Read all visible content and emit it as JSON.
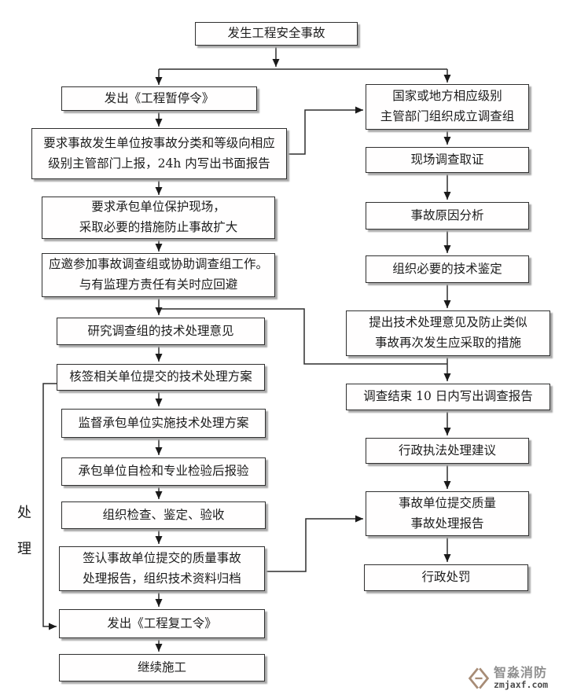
{
  "flow": {
    "start": {
      "label": "发生工程安全事故"
    },
    "side_label": "处理",
    "left": [
      {
        "label": "发出《工程暂停令》"
      },
      {
        "label": "要求事故发生单位按事故分类和等级向相应\n级别主管部门上报，24h 内写出书面报告"
      },
      {
        "label": "要求承包单位保护现场，\n采取必要的措施防止事故扩大"
      },
      {
        "label": "应邀参加事故调查组或协助调查组工作。\n与有监理方责任有关时应回避"
      },
      {
        "label": "研究调查组的技术处理意见"
      },
      {
        "label": "核签相关单位提交的技术处理方案"
      },
      {
        "label": "监督承包单位实施技术处理方案"
      },
      {
        "label": "承包单位自检和专业检验后报验"
      },
      {
        "label": "组织检查、鉴定、验收"
      },
      {
        "label": "签认事故单位提交的质量事故\n处理报告，组织技术资料归档"
      },
      {
        "label": "发出《工程复工令》"
      },
      {
        "label": "继续施工"
      }
    ],
    "right": [
      {
        "label": "国家或地方相应级别\n主管部门组织成立调查组"
      },
      {
        "label": "现场调查取证"
      },
      {
        "label": "事故原因分析"
      },
      {
        "label": "组织必要的技术鉴定"
      },
      {
        "label": "提出技术处理意见及防止类似\n事故再次发生应采取的措施"
      },
      {
        "label": "调查结束 10 日内写出调查报告"
      },
      {
        "label": "行政执法处理建议"
      },
      {
        "label": "事故单位提交质量\n事故处理报告"
      },
      {
        "label": "行政处罚"
      }
    ]
  },
  "watermark": {
    "brand": "智淼消防",
    "domain": "zmjaxf.com",
    "logo_color": "#a78c76"
  },
  "colors": {
    "line": "#2f2f2f",
    "arrow": "#1a1a1a",
    "box_border": "#2f2f2f",
    "box_shadow": "#a8a8a8",
    "text": "#1c1c1c"
  }
}
